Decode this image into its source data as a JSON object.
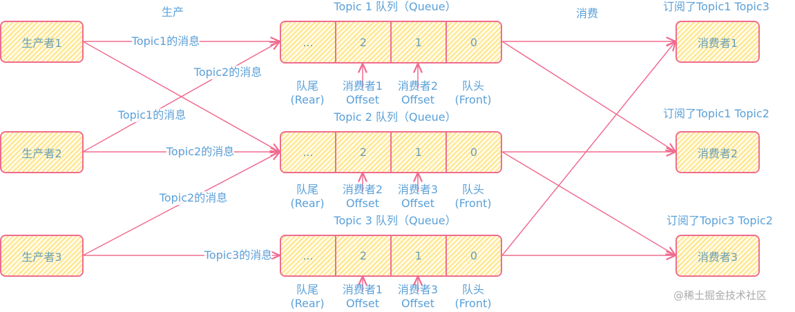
{
  "headings": {
    "produce": "生产",
    "consume": "消费"
  },
  "producers": [
    "生产者1",
    "生产者2",
    "生产者3"
  ],
  "consumers": [
    "消费者1",
    "消费者2",
    "消费者3"
  ],
  "subscriptions": [
    "订阅了Topic1 Topic3",
    "订阅了Topic1 Topic2",
    "订阅了Topic3 Topic2"
  ],
  "queues": [
    {
      "title": "Topic 1 队列（Queue）",
      "cells": [
        "...",
        "2",
        "1",
        "0"
      ],
      "offsets": [
        "消费者1",
        "消费者2"
      ]
    },
    {
      "title": "Topic 2 队列（Queue）",
      "cells": [
        "...",
        "2",
        "1",
        "0"
      ],
      "offsets": [
        "消费者2",
        "消费者3"
      ]
    },
    {
      "title": "Topic 3 队列（Queue）",
      "cells": [
        "...",
        "2",
        "1",
        "0"
      ],
      "offsets": [
        "消费者1",
        "消费者3"
      ]
    }
  ],
  "queue_labels": {
    "rear": "队尾",
    "rear_en": "(Rear)",
    "offset": "Offset",
    "front": "队头",
    "front_en": "(Front)"
  },
  "edge_labels": [
    "Topic1的消息",
    "Topic2的消息",
    "Topic1的消息",
    "Topic2的消息",
    "Topic2的消息",
    "Topic3的消息"
  ],
  "watermark": "@稀土掘金技术社区",
  "colors": {
    "stroke": "#f06b8f",
    "text": "#5aa0d8",
    "fill": "#ffe58a"
  }
}
